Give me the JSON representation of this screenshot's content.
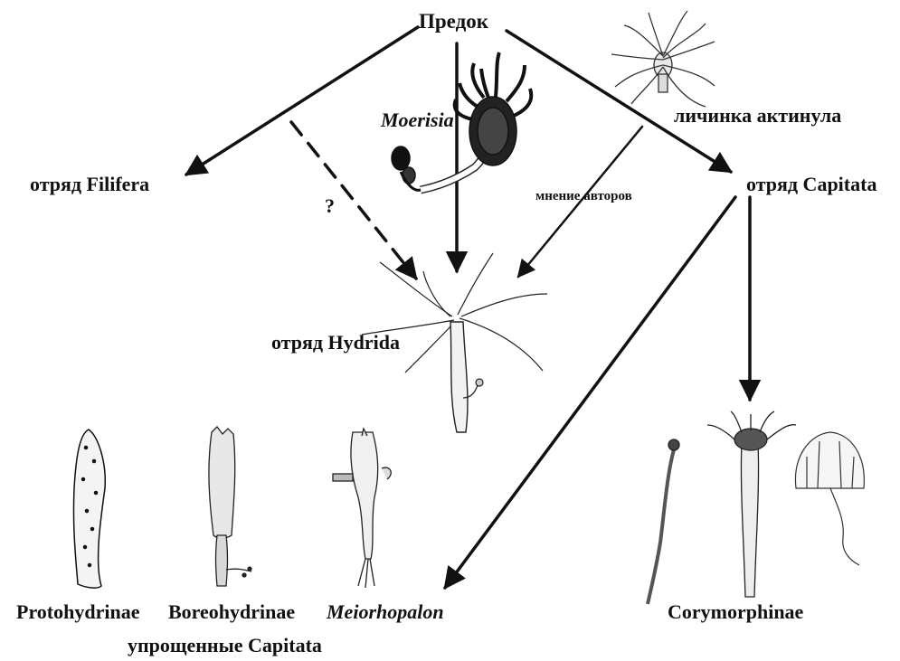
{
  "diagram": {
    "colors": {
      "ink": "#111111",
      "background": "#ffffff"
    },
    "nodes": {
      "ancestor": "Предок",
      "larva": "личинка актинула",
      "moerisia": "Moerisia",
      "filifera": "отряд Filifera",
      "capitata": "отряд Capitata",
      "hydrida": "отряд Hydrida",
      "protohydrinae": "Protohydrinae",
      "boreohydrinae": "Boreohydrinae",
      "meiorhopalon": "Meiorhopalon",
      "corymorphinae": "Corymorphinae",
      "simplified_capitata": "упрощенные Capitata"
    },
    "edge_labels": {
      "question": "?",
      "authors_opinion": "мнение авторов"
    },
    "illustrations": [
      "actinula-larva-icon",
      "moerisia-polyp-icon",
      "hydra-polyp-icon",
      "protohydra-icon",
      "boreohydra-icon",
      "meiorhopalon-icon",
      "corymorpha-polyp-icon",
      "corymorpha-medusa-icon"
    ]
  }
}
